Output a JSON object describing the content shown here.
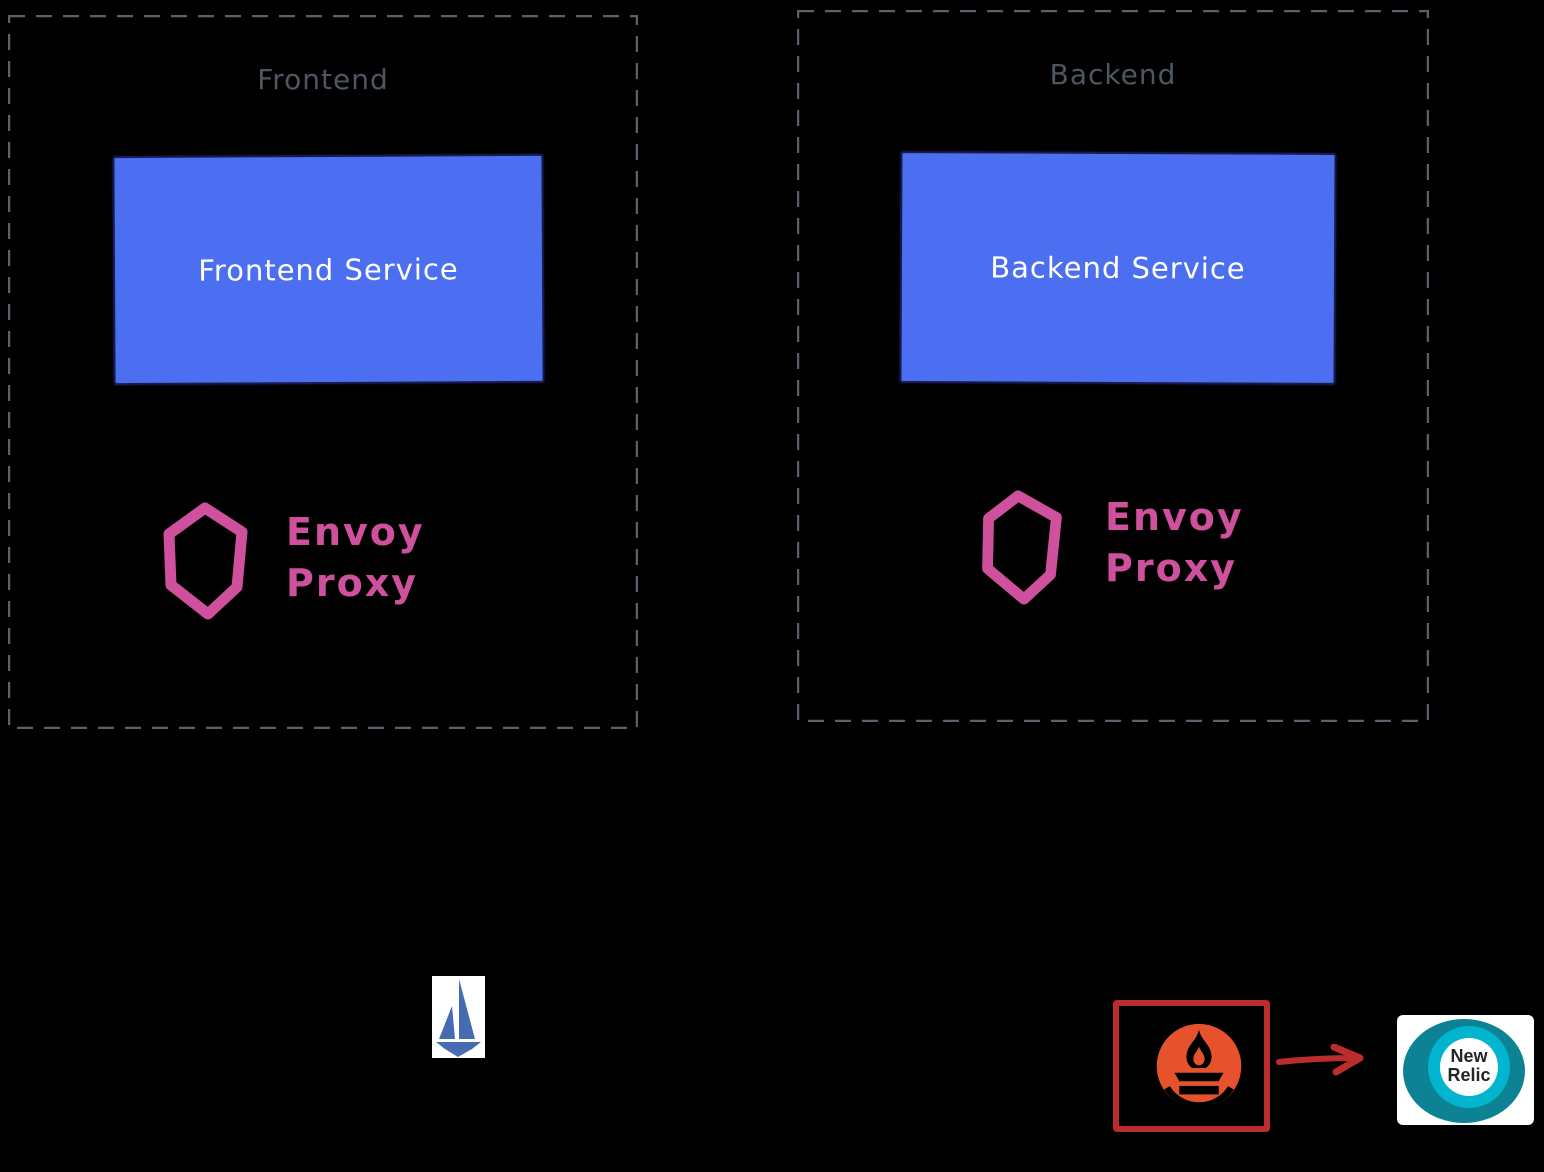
{
  "canvas": {
    "background": "#000000"
  },
  "frame": {
    "border_color": "#59616c",
    "title_color": "#4e5761"
  },
  "frontend_group": {
    "title": "Frontend",
    "service": {
      "label": "Frontend Service",
      "fill": "#4b6ff0",
      "border": "#171b4d"
    },
    "envoy": {
      "line1": "Envoy",
      "line2": "Proxy",
      "color": "#cf519d",
      "icon": "envoy-hexagon-icon"
    }
  },
  "backend_group": {
    "title": "Backend",
    "service": {
      "label": "Backend Service",
      "fill": "#4b6ff0",
      "border": "#171b4d"
    },
    "envoy": {
      "line1": "Envoy",
      "line2": "Proxy",
      "color": "#cf519d",
      "icon": "envoy-hexagon-icon"
    }
  },
  "logos": {
    "istio": {
      "icon": "istio-sailboat-icon",
      "color": "#466bb0"
    },
    "prometheus": {
      "icon": "prometheus-torch-icon",
      "flame_color": "#e6522c",
      "box_color": "#bb2d2d"
    },
    "arrow": {
      "icon": "arrow-right-icon",
      "color": "#bb2d2d"
    },
    "newrelic": {
      "icon": "newrelic-ring-icon",
      "line1": "New",
      "line2": "Relic",
      "teal_dark": "#0c8294",
      "teal_bright": "#00b5cd",
      "text_color": "#252525"
    }
  }
}
